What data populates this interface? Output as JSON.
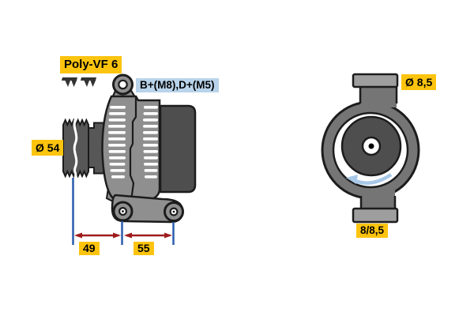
{
  "diagram": {
    "type": "technical-drawing",
    "subject": "alternator dimensional diagram, side view and rear view",
    "labels": {
      "belt_type": "Poly-VF 6",
      "terminals": "B+(M8),D+(M5)",
      "pulley_diameter": "Ø 54",
      "top_hole_diameter": "Ø 8,5",
      "bottom_hole_diameter": "8/8,5",
      "dim_pulley_to_front_foot": "49",
      "dim_foot_spacing": "55"
    },
    "dimensions": {
      "pulley_diameter_mm": 54,
      "pulley_center_to_front_foot_mm": 49,
      "foot_hole_spacing_mm": 55,
      "top_mount_hole_mm": "8,5",
      "bottom_mount_hole_mm": "8/8,5",
      "belt": "Poly-VF 6 ribs"
    },
    "colors": {
      "label_yellow": "#fcc40e",
      "label_blue": "#b9d3ea",
      "dimension_line_blue": "#2b5cad",
      "dimension_arrow_red": "#9e1c1c",
      "rotation_arrow_blue": "#a8c8e8",
      "body_gray": "#8f8f8f",
      "dark_gray": "#4e4e4e",
      "outline": "#1c1c1c"
    }
  }
}
